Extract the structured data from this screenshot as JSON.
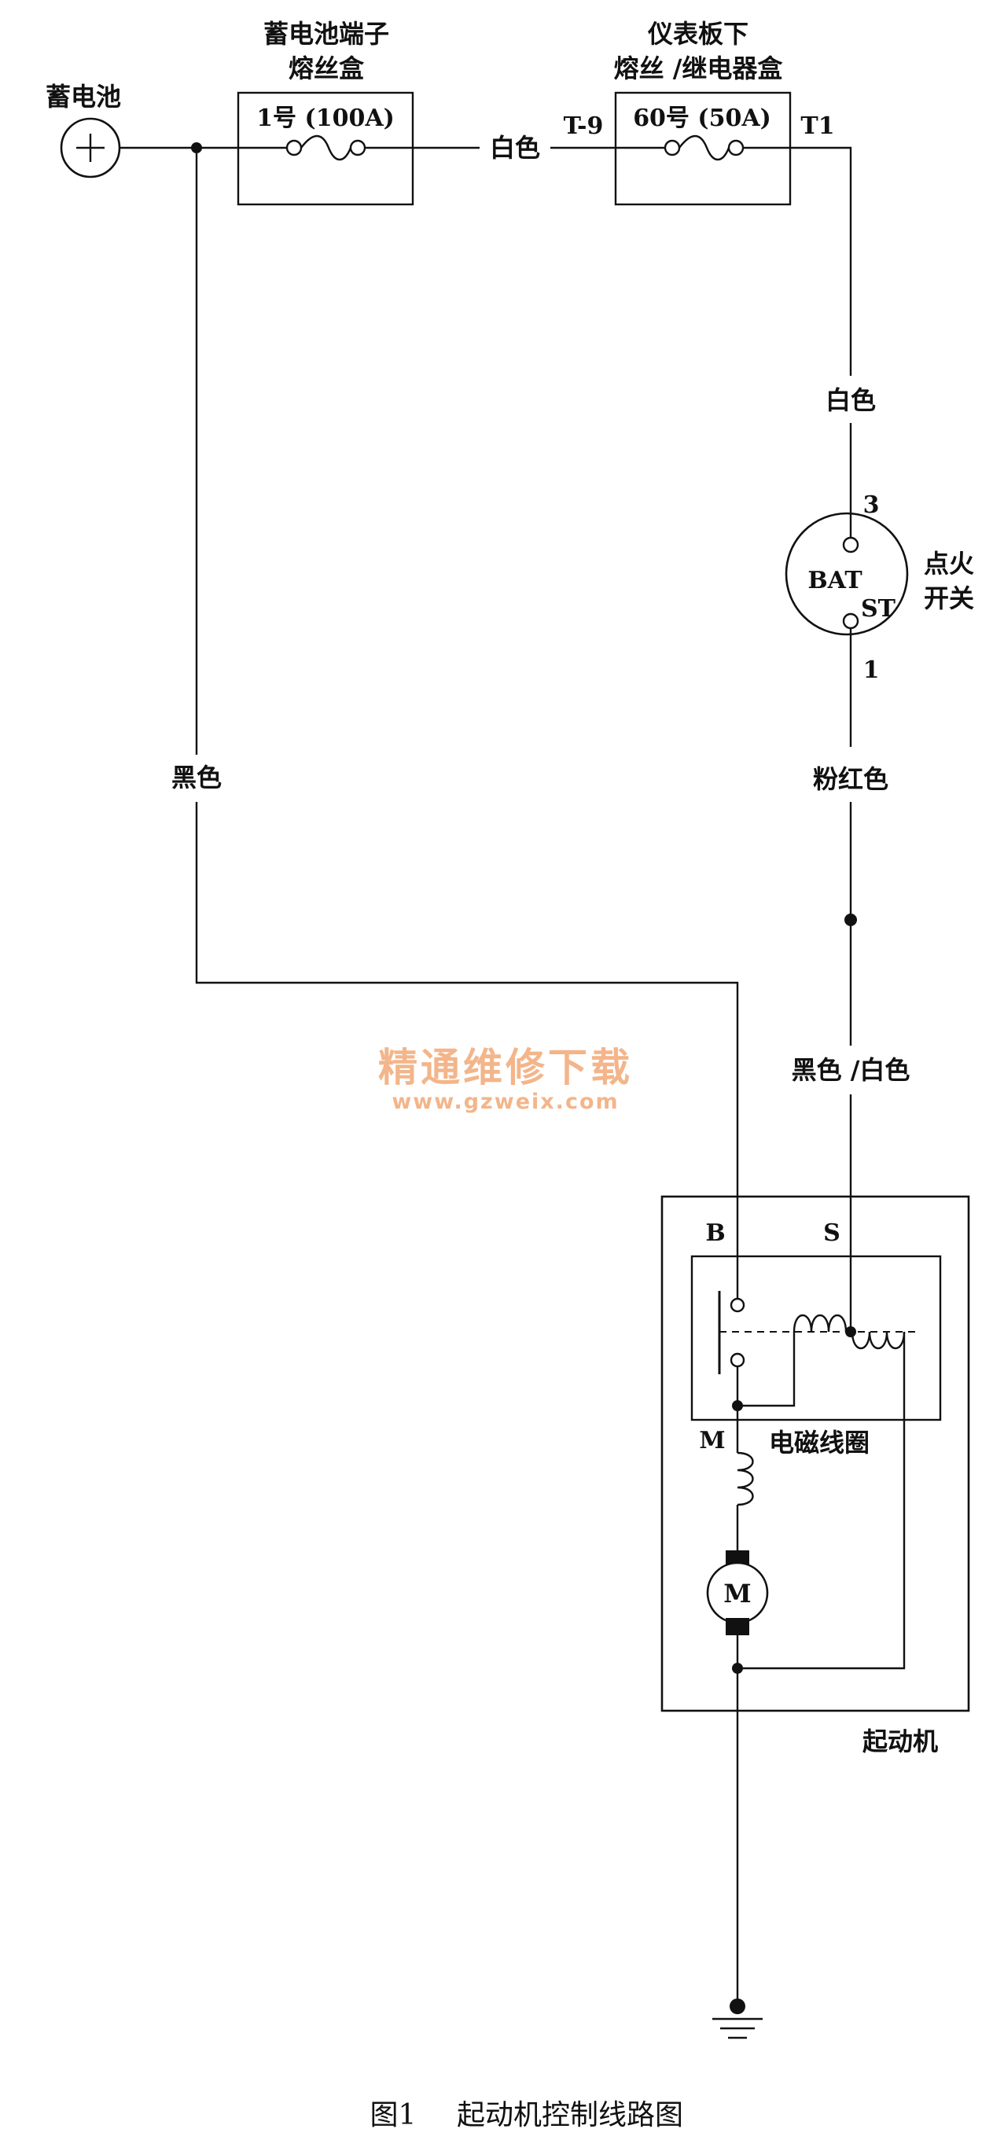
{
  "battery": {
    "label": "蓄电池",
    "symbol": "+"
  },
  "fuse_box_1": {
    "title_line1": "蓄电池端子",
    "title_line2": "熔丝盒",
    "fuse_label": "1号 (100A)"
  },
  "fuse_box_2": {
    "title_line1": "仪表板下",
    "title_line2": "熔丝 /继电器盒",
    "fuse_label": "60号 (50A)",
    "terminal_in": "T-9",
    "terminal_out": "T1"
  },
  "wires": {
    "fuse1_to_fuse2": "白色",
    "fuse2_to_switch": "白色",
    "battery_to_starter": "黑色",
    "switch_out": "粉红色",
    "to_starter_s": "黑色 /白色"
  },
  "ignition_switch": {
    "label_line1": "点火",
    "label_line2": "开关",
    "bat": "BAT",
    "st": "ST",
    "pin_top": "3",
    "pin_bottom": "1"
  },
  "starter": {
    "label": "起动机",
    "terminal_b": "B",
    "terminal_s": "S",
    "terminal_m": "M",
    "solenoid_label": "电磁线圈",
    "motor_symbol": "M"
  },
  "watermark": {
    "text_cn": "精通维修下载",
    "url": "www.gzweix.com",
    "color": "#f3b58a"
  },
  "caption": {
    "figure_no": "图1",
    "title": "起动机控制线路图"
  }
}
